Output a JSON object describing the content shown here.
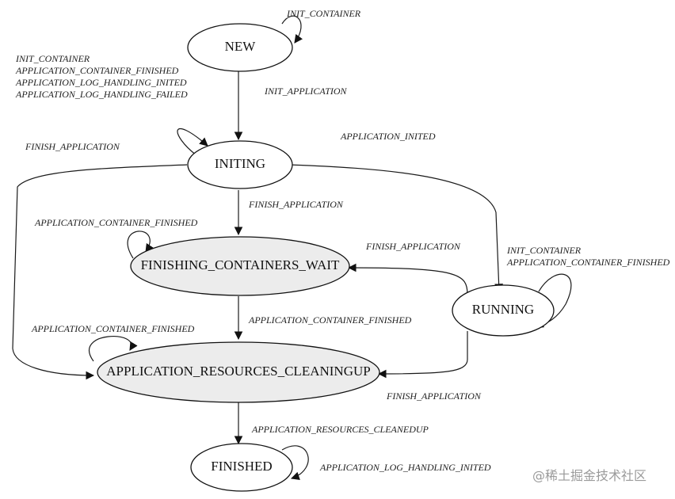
{
  "states": {
    "new": "NEW",
    "initing": "INITING",
    "finishing_containers_wait": "FINISHING_CONTAINERS_WAIT",
    "running": "RUNNING",
    "application_resources_cleaningup": "APPLICATION_RESOURCES_CLEANINGUP",
    "finished": "FINISHED"
  },
  "edge_labels": {
    "new_self": "INIT_CONTAINER",
    "initing_self": [
      "INIT_CONTAINER",
      "APPLICATION_CONTAINER_FINISHED",
      "APPLICATION_LOG_HANDLING_INITED",
      "APPLICATION_LOG_HANDLING_FAILED"
    ],
    "new_to_initing": "INIT_APPLICATION",
    "initing_to_running": "APPLICATION_INITED",
    "initing_to_cleaningup": "FINISH_APPLICATION",
    "initing_to_fcw": "FINISH_APPLICATION",
    "fcw_self": "APPLICATION_CONTAINER_FINISHED",
    "running_to_fcw": "FINISH_APPLICATION",
    "running_self": [
      "INIT_CONTAINER",
      "APPLICATION_CONTAINER_FINISHED"
    ],
    "fcw_to_cleaningup": "APPLICATION_CONTAINER_FINISHED",
    "cleaningup_self": "APPLICATION_CONTAINER_FINISHED",
    "running_to_cleaningup": "FINISH_APPLICATION",
    "cleaningup_to_finished": "APPLICATION_RESOURCES_CLEANEDUP",
    "finished_self": "APPLICATION_LOG_HANDLING_INITED"
  },
  "watermark": "@稀土掘金技术社区",
  "colors": {
    "line": "#1a1a1a",
    "shaded_fill": "#ececec",
    "watermark": "#9a9a9a"
  }
}
